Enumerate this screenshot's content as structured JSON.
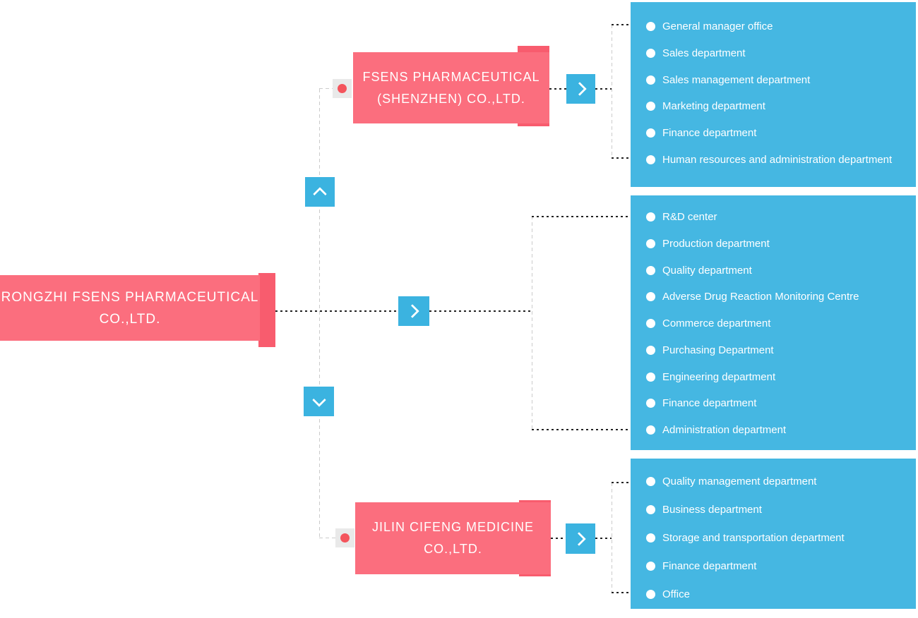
{
  "palette": {
    "pink": "#FB6E7E",
    "pink_dark": "#F85C6E",
    "blue": "#45B7E2",
    "arrow_blue": "#3BB3E0",
    "dot_red": "#F4545C",
    "dot_bg": "#E9E9E9"
  },
  "root_company": {
    "title_lines": [
      "RONGZHI FSENS PHARMACEUTICAL",
      "CO.,LTD."
    ],
    "departments": [
      "R&D center",
      "Production department",
      "Quality department",
      "Adverse Drug Reaction Monitoring Centre",
      "Commerce department",
      "Purchasing Department",
      "Engineering department",
      "Finance department",
      "Administration department"
    ]
  },
  "subsidiaries": [
    {
      "title_lines": [
        "FSENS PHARMACEUTICAL",
        "(SHENZHEN) CO.,LTD."
      ],
      "departments": [
        "General manager office",
        "Sales department",
        "Sales management department",
        "Marketing department",
        "Finance department",
        "Human resources and administration department"
      ]
    },
    {
      "title_lines": [
        "JILIN CIFENG MEDICINE",
        "CO.,LTD."
      ],
      "departments": [
        "Quality management department",
        "Business department",
        "Storage and transportation department",
        "Finance department",
        "Office"
      ]
    }
  ]
}
